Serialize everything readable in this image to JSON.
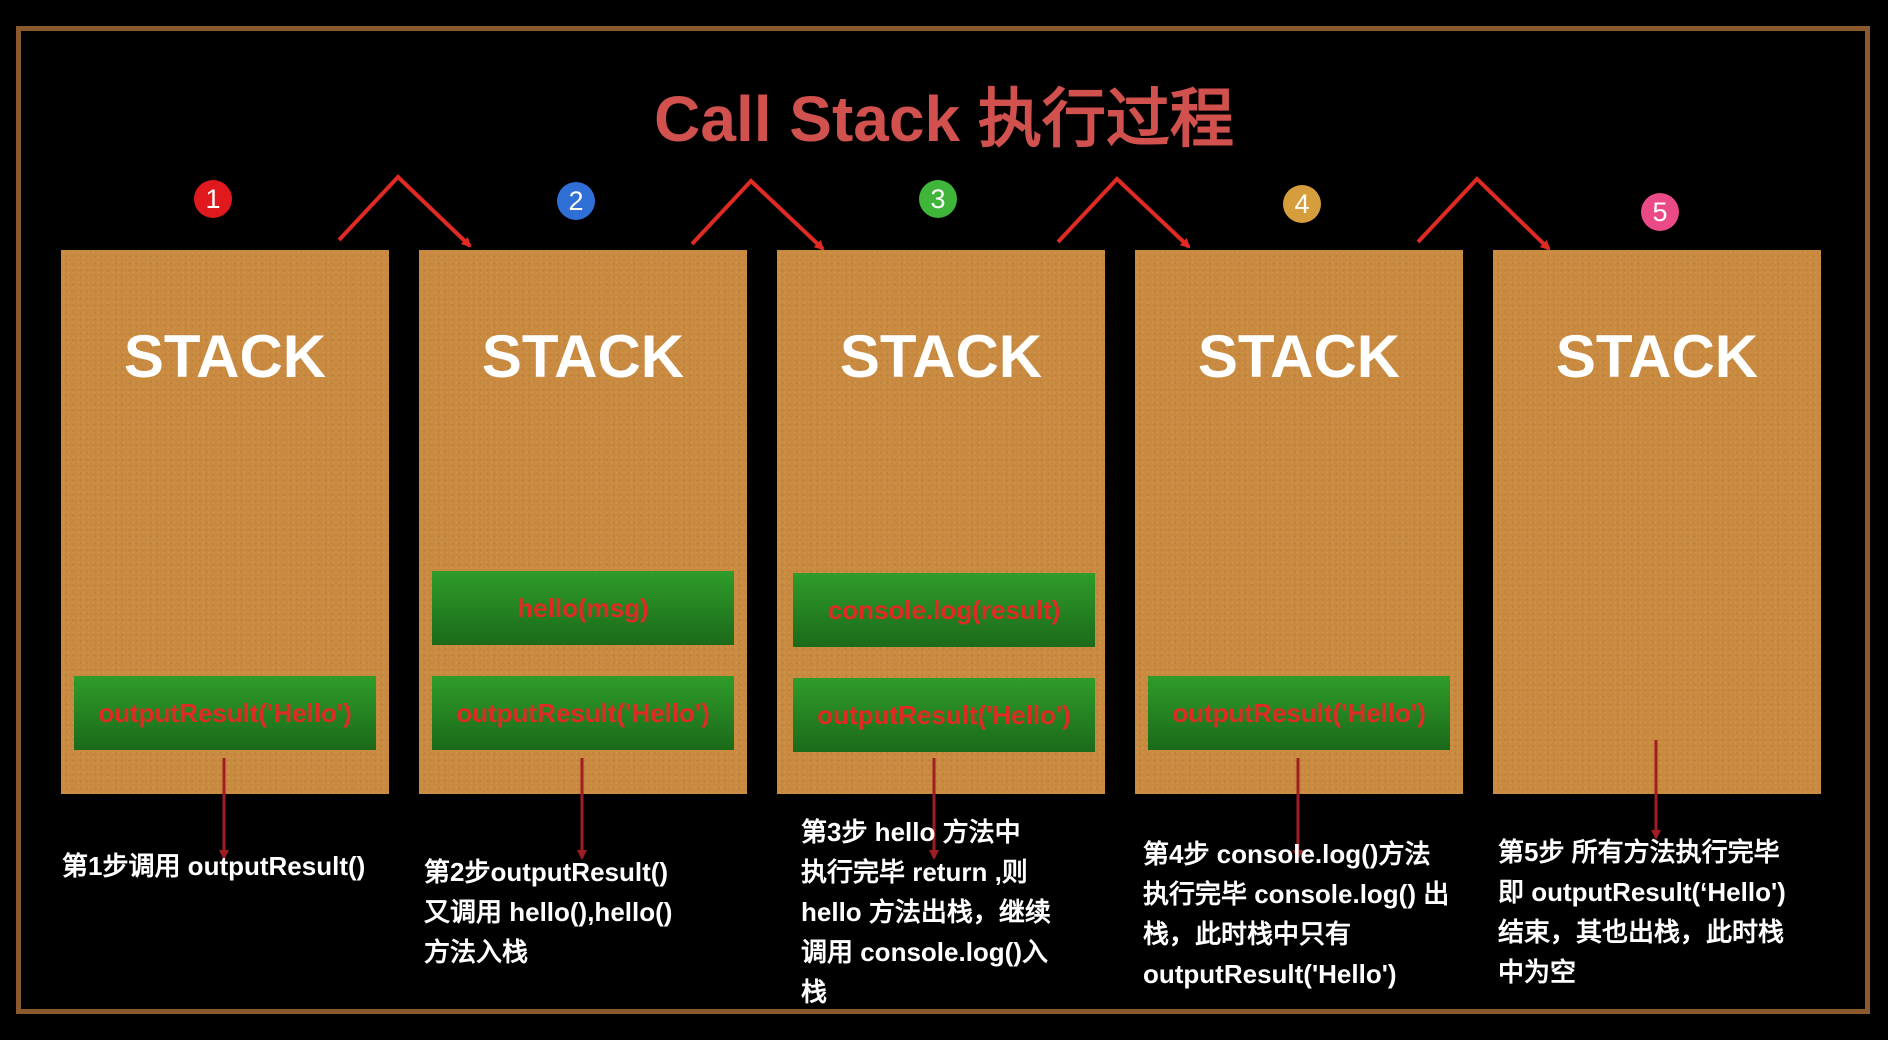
{
  "title": "Call Stack 执行过程",
  "colors": {
    "background": "#000000",
    "frame_border": "#8a5a2e",
    "title": "#d0514d",
    "stack_fill": "#c98a3f",
    "frame_fill": "#2a8f27",
    "frame_text": "#e02a24",
    "arrow": "#e02a24",
    "down_arrow": "#a01e23"
  },
  "steps": [
    {
      "badge": "1",
      "badge_color": "#e0191c",
      "stack_label": "STACK",
      "frames_top": "",
      "frames_bottom": "outputResult('Hello')",
      "desc": [
        "第1步调用 outputResult()"
      ]
    },
    {
      "badge": "2",
      "badge_color": "#2f6fd6",
      "stack_label": "STACK",
      "frames_top": "hello(msg)",
      "frames_bottom": "outputResult('Hello')",
      "desc": [
        "第2步outputResult()",
        "又调用 hello(),hello()",
        "方法入栈"
      ]
    },
    {
      "badge": "3",
      "badge_color": "#3fb63a",
      "stack_label": "STACK",
      "frames_top": "console.log(result)",
      "frames_bottom": "outputResult('Hello')",
      "desc": [
        "第3步 hello 方法中",
        "执行完毕 return ,则",
        "hello 方法出栈，继续",
        "调用 console.log()入",
        "栈"
      ]
    },
    {
      "badge": "4",
      "badge_color": "#d69d3c",
      "stack_label": "STACK",
      "frames_top": "",
      "frames_bottom": "outputResult('Hello')",
      "desc": [
        "第4步 console.log()方法",
        "执行完毕 console.log() 出",
        "栈，此时栈中只有",
        "outputResult('Hello')"
      ]
    },
    {
      "badge": "5",
      "badge_color": "#ea4a86",
      "stack_label": "STACK",
      "frames_top": "",
      "frames_bottom": "",
      "desc": [
        "第5步 所有方法执行完毕",
        "即 outputResult(‘Hello')",
        "结束，其也出栈，此时栈",
        "中为空"
      ]
    }
  ]
}
